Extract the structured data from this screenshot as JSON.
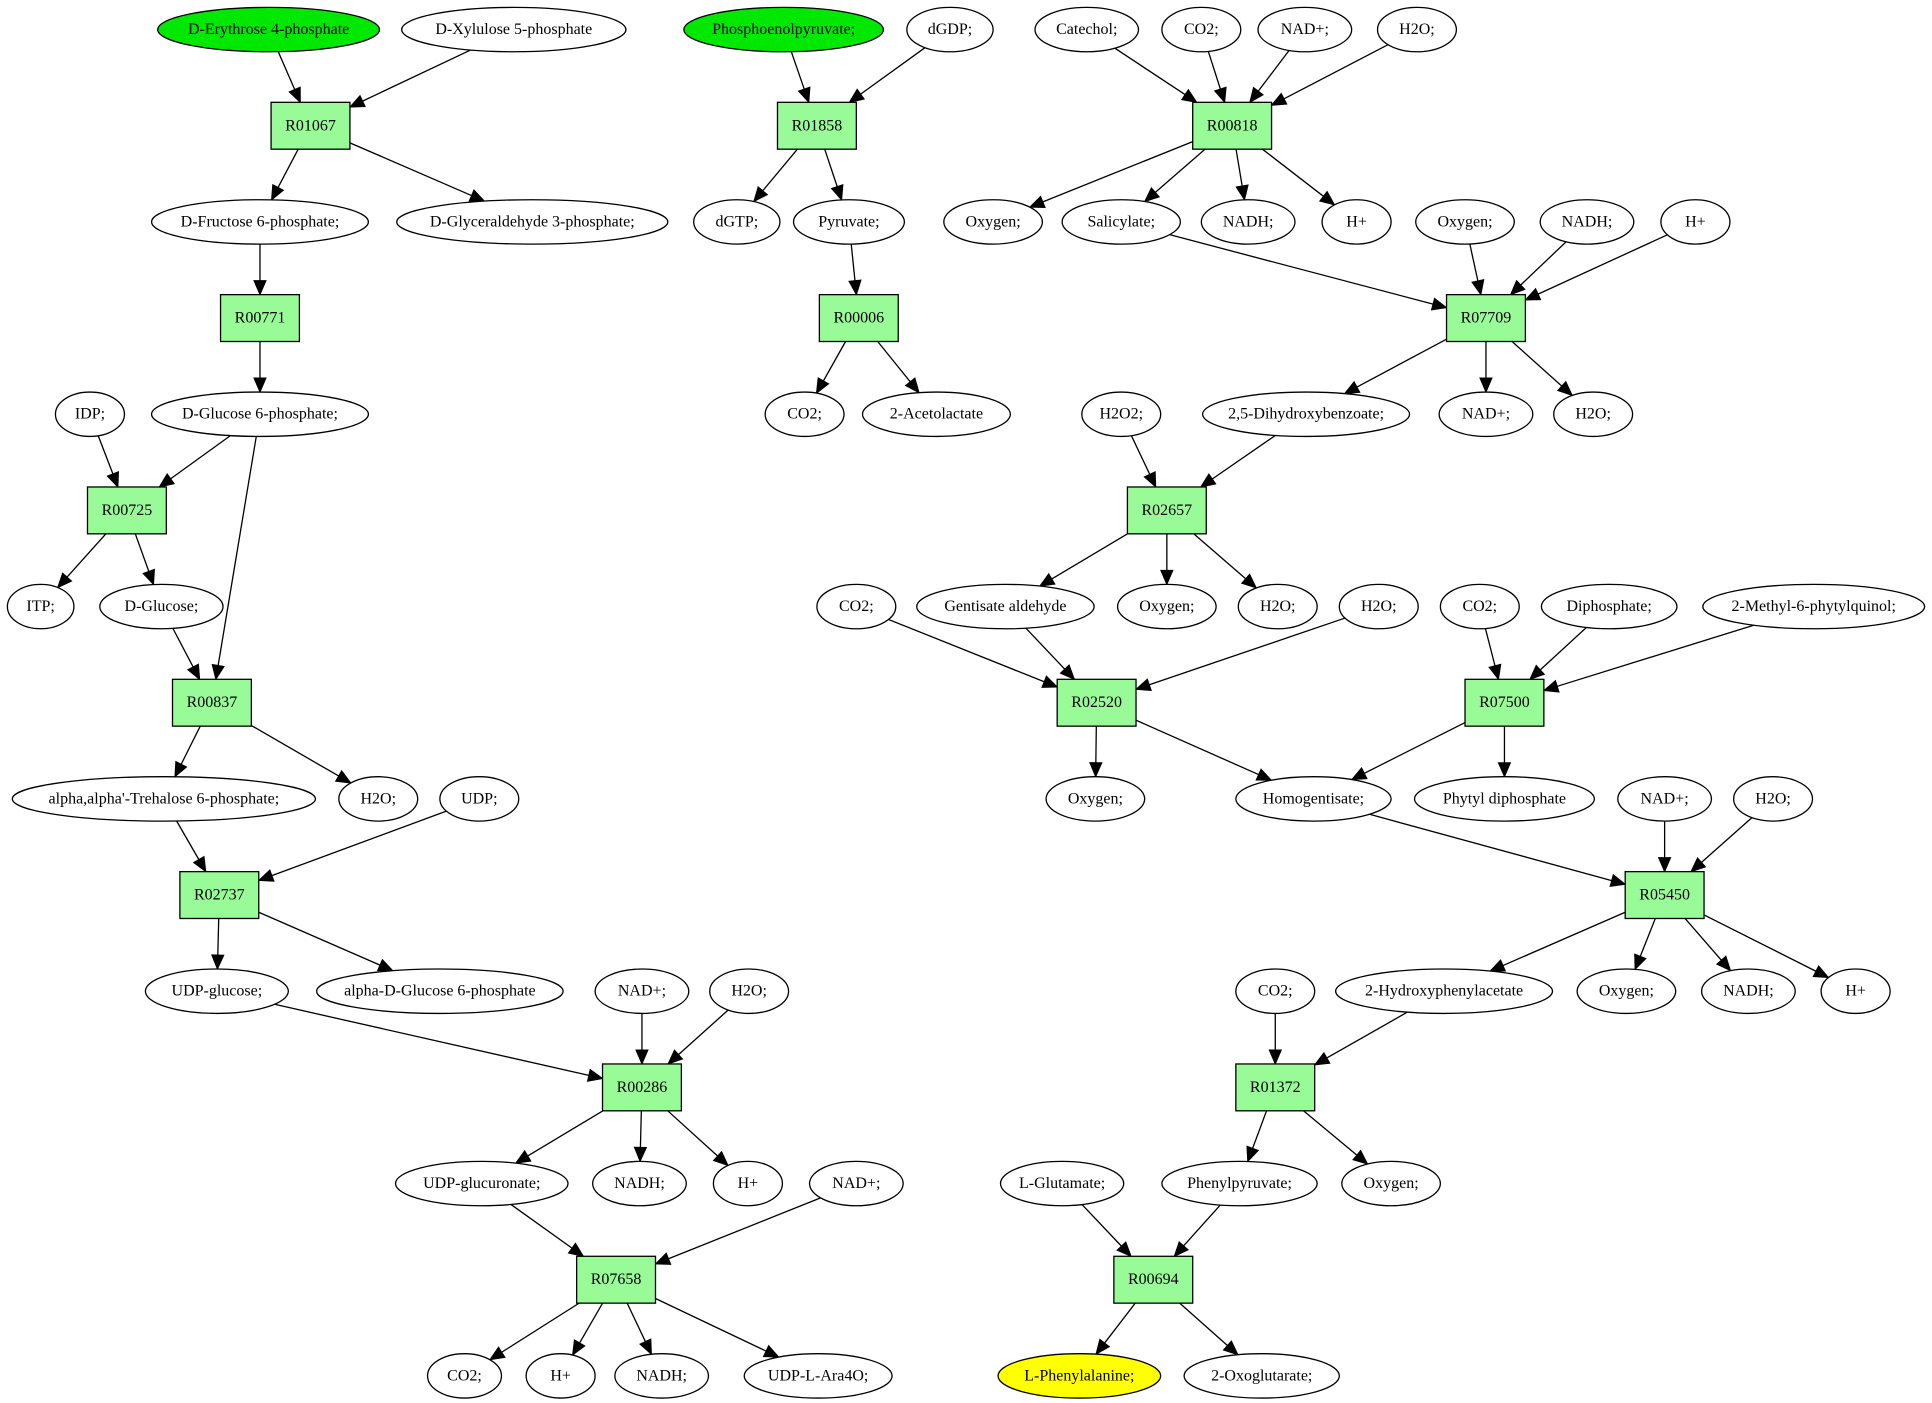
{
  "colors": {
    "reaction_fill": "#98fb98",
    "metabolite_fill": "#ffffff",
    "source_fill": "#00e800",
    "target_fill": "#ffff00",
    "stroke": "#000000"
  },
  "nodes": [
    {
      "id": "e4p",
      "kind": "metabolite",
      "label": "D-Erythrose 4-phosphate",
      "role": "source"
    },
    {
      "id": "xu5p",
      "kind": "metabolite",
      "label": "D-Xylulose 5-phosphate"
    },
    {
      "id": "R01067",
      "kind": "reaction",
      "label": "R01067"
    },
    {
      "id": "f6p",
      "kind": "metabolite",
      "label": "D-Fructose 6-phosphate;"
    },
    {
      "id": "g3p",
      "kind": "metabolite",
      "label": "D-Glyceraldehyde 3-phosphate;"
    },
    {
      "id": "R00771",
      "kind": "reaction",
      "label": "R00771"
    },
    {
      "id": "idp",
      "kind": "metabolite",
      "label": "IDP;"
    },
    {
      "id": "g6p",
      "kind": "metabolite",
      "label": "D-Glucose 6-phosphate;"
    },
    {
      "id": "R00725",
      "kind": "reaction",
      "label": "R00725"
    },
    {
      "id": "itp",
      "kind": "metabolite",
      "label": "ITP;"
    },
    {
      "id": "glc",
      "kind": "metabolite",
      "label": "D-Glucose;"
    },
    {
      "id": "R00837",
      "kind": "reaction",
      "label": "R00837"
    },
    {
      "id": "t6p",
      "kind": "metabolite",
      "label": "alpha,alpha'-Trehalose 6-phosphate;"
    },
    {
      "id": "h2o_a",
      "kind": "metabolite",
      "label": "H2O;"
    },
    {
      "id": "udp",
      "kind": "metabolite",
      "label": "UDP;"
    },
    {
      "id": "R02737",
      "kind": "reaction",
      "label": "R02737"
    },
    {
      "id": "udpglc",
      "kind": "metabolite",
      "label": "UDP-glucose;"
    },
    {
      "id": "ag6p",
      "kind": "metabolite",
      "label": "alpha-D-Glucose 6-phosphate"
    },
    {
      "id": "nad_a",
      "kind": "metabolite",
      "label": "NAD+;"
    },
    {
      "id": "h2o_b",
      "kind": "metabolite",
      "label": "H2O;"
    },
    {
      "id": "R00286",
      "kind": "reaction",
      "label": "R00286"
    },
    {
      "id": "udpgca",
      "kind": "metabolite",
      "label": "UDP-glucuronate;"
    },
    {
      "id": "nadh_a",
      "kind": "metabolite",
      "label": "NADH;"
    },
    {
      "id": "hplus_a",
      "kind": "metabolite",
      "label": "H+"
    },
    {
      "id": "nad_b",
      "kind": "metabolite",
      "label": "NAD+;"
    },
    {
      "id": "R07658",
      "kind": "reaction",
      "label": "R07658"
    },
    {
      "id": "co2_a",
      "kind": "metabolite",
      "label": "CO2;"
    },
    {
      "id": "hplus_b",
      "kind": "metabolite",
      "label": "H+"
    },
    {
      "id": "nadh_b",
      "kind": "metabolite",
      "label": "NADH;"
    },
    {
      "id": "udpara",
      "kind": "metabolite",
      "label": "UDP-L-Ara4O;"
    },
    {
      "id": "pep",
      "kind": "metabolite",
      "label": "Phosphoenolpyruvate;",
      "role": "source"
    },
    {
      "id": "dgdp",
      "kind": "metabolite",
      "label": "dGDP;"
    },
    {
      "id": "R01858",
      "kind": "reaction",
      "label": "R01858"
    },
    {
      "id": "dgtp",
      "kind": "metabolite",
      "label": "dGTP;"
    },
    {
      "id": "pyr",
      "kind": "metabolite",
      "label": "Pyruvate;"
    },
    {
      "id": "R00006",
      "kind": "reaction",
      "label": "R00006"
    },
    {
      "id": "co2_b",
      "kind": "metabolite",
      "label": "CO2;"
    },
    {
      "id": "acl",
      "kind": "metabolite",
      "label": "2-Acetolactate"
    },
    {
      "id": "catechol",
      "kind": "metabolite",
      "label": "Catechol;"
    },
    {
      "id": "co2_c",
      "kind": "metabolite",
      "label": "CO2;"
    },
    {
      "id": "nad_c",
      "kind": "metabolite",
      "label": "NAD+;"
    },
    {
      "id": "h2o_c",
      "kind": "metabolite",
      "label": "H2O;"
    },
    {
      "id": "R00818",
      "kind": "reaction",
      "label": "R00818"
    },
    {
      "id": "o2_a",
      "kind": "metabolite",
      "label": "Oxygen;"
    },
    {
      "id": "sal",
      "kind": "metabolite",
      "label": "Salicylate;"
    },
    {
      "id": "nadh_c",
      "kind": "metabolite",
      "label": "NADH;"
    },
    {
      "id": "hplus_c",
      "kind": "metabolite",
      "label": "H+"
    },
    {
      "id": "o2_b",
      "kind": "metabolite",
      "label": "Oxygen;"
    },
    {
      "id": "nadh_d",
      "kind": "metabolite",
      "label": "NADH;"
    },
    {
      "id": "hplus_d",
      "kind": "metabolite",
      "label": "H+"
    },
    {
      "id": "R07709",
      "kind": "reaction",
      "label": "R07709"
    },
    {
      "id": "h2o2",
      "kind": "metabolite",
      "label": "H2O2;"
    },
    {
      "id": "dhb",
      "kind": "metabolite",
      "label": "2,5-Dihydroxybenzoate;"
    },
    {
      "id": "nad_d",
      "kind": "metabolite",
      "label": "NAD+;"
    },
    {
      "id": "h2o_d",
      "kind": "metabolite",
      "label": "H2O;"
    },
    {
      "id": "R02657",
      "kind": "reaction",
      "label": "R02657"
    },
    {
      "id": "co2_d",
      "kind": "metabolite",
      "label": "CO2;"
    },
    {
      "id": "gald",
      "kind": "metabolite",
      "label": "Gentisate aldehyde"
    },
    {
      "id": "o2_c",
      "kind": "metabolite",
      "label": "Oxygen;"
    },
    {
      "id": "h2o_e",
      "kind": "metabolite",
      "label": "H2O;"
    },
    {
      "id": "h2o_f",
      "kind": "metabolite",
      "label": "H2O;"
    },
    {
      "id": "co2_e",
      "kind": "metabolite",
      "label": "CO2;"
    },
    {
      "id": "pp",
      "kind": "metabolite",
      "label": "Diphosphate;"
    },
    {
      "id": "mpq",
      "kind": "metabolite",
      "label": "2-Methyl-6-phytylquinol;"
    },
    {
      "id": "R02520",
      "kind": "reaction",
      "label": "R02520"
    },
    {
      "id": "R07500",
      "kind": "reaction",
      "label": "R07500"
    },
    {
      "id": "o2_d",
      "kind": "metabolite",
      "label": "Oxygen;"
    },
    {
      "id": "hga",
      "kind": "metabolite",
      "label": "Homogentisate;"
    },
    {
      "id": "phytpp",
      "kind": "metabolite",
      "label": "Phytyl diphosphate"
    },
    {
      "id": "nad_e",
      "kind": "metabolite",
      "label": "NAD+;"
    },
    {
      "id": "h2o_g",
      "kind": "metabolite",
      "label": "H2O;"
    },
    {
      "id": "R05450",
      "kind": "reaction",
      "label": "R05450"
    },
    {
      "id": "co2_f",
      "kind": "metabolite",
      "label": "CO2;"
    },
    {
      "id": "hpa",
      "kind": "metabolite",
      "label": "2-Hydroxyphenylacetate"
    },
    {
      "id": "o2_e",
      "kind": "metabolite",
      "label": "Oxygen;"
    },
    {
      "id": "nadh_e",
      "kind": "metabolite",
      "label": "NADH;"
    },
    {
      "id": "hplus_e",
      "kind": "metabolite",
      "label": "H+"
    },
    {
      "id": "R01372",
      "kind": "reaction",
      "label": "R01372"
    },
    {
      "id": "glu",
      "kind": "metabolite",
      "label": "L-Glutamate;"
    },
    {
      "id": "phpyr",
      "kind": "metabolite",
      "label": "Phenylpyruvate;"
    },
    {
      "id": "o2_f",
      "kind": "metabolite",
      "label": "Oxygen;"
    },
    {
      "id": "R00694",
      "kind": "reaction",
      "label": "R00694"
    },
    {
      "id": "phe",
      "kind": "metabolite",
      "label": "L-Phenylalanine;",
      "role": "target"
    },
    {
      "id": "akg",
      "kind": "metabolite",
      "label": "2-Oxoglutarate;"
    }
  ],
  "edges": [
    [
      "e4p",
      "R01067"
    ],
    [
      "xu5p",
      "R01067"
    ],
    [
      "R01067",
      "f6p"
    ],
    [
      "R01067",
      "g3p"
    ],
    [
      "f6p",
      "R00771"
    ],
    [
      "R00771",
      "g6p"
    ],
    [
      "idp",
      "R00725"
    ],
    [
      "g6p",
      "R00725"
    ],
    [
      "R00725",
      "itp"
    ],
    [
      "R00725",
      "glc"
    ],
    [
      "glc",
      "R00837"
    ],
    [
      "g6p",
      "R00837"
    ],
    [
      "R00837",
      "t6p"
    ],
    [
      "R00837",
      "h2o_a"
    ],
    [
      "t6p",
      "R02737"
    ],
    [
      "udp",
      "R02737"
    ],
    [
      "R02737",
      "udpglc"
    ],
    [
      "R02737",
      "ag6p"
    ],
    [
      "udpglc",
      "R00286"
    ],
    [
      "nad_a",
      "R00286"
    ],
    [
      "h2o_b",
      "R00286"
    ],
    [
      "R00286",
      "udpgca"
    ],
    [
      "R00286",
      "nadh_a"
    ],
    [
      "R00286",
      "hplus_a"
    ],
    [
      "udpgca",
      "R07658"
    ],
    [
      "nad_b",
      "R07658"
    ],
    [
      "R07658",
      "co2_a"
    ],
    [
      "R07658",
      "hplus_b"
    ],
    [
      "R07658",
      "nadh_b"
    ],
    [
      "R07658",
      "udpara"
    ],
    [
      "pep",
      "R01858"
    ],
    [
      "dgdp",
      "R01858"
    ],
    [
      "R01858",
      "dgtp"
    ],
    [
      "R01858",
      "pyr"
    ],
    [
      "pyr",
      "R00006"
    ],
    [
      "R00006",
      "co2_b"
    ],
    [
      "R00006",
      "acl"
    ],
    [
      "catechol",
      "R00818"
    ],
    [
      "co2_c",
      "R00818"
    ],
    [
      "nad_c",
      "R00818"
    ],
    [
      "h2o_c",
      "R00818"
    ],
    [
      "R00818",
      "o2_a"
    ],
    [
      "R00818",
      "sal"
    ],
    [
      "R00818",
      "nadh_c"
    ],
    [
      "R00818",
      "hplus_c"
    ],
    [
      "sal",
      "R07709"
    ],
    [
      "o2_b",
      "R07709"
    ],
    [
      "nadh_d",
      "R07709"
    ],
    [
      "hplus_d",
      "R07709"
    ],
    [
      "R07709",
      "dhb"
    ],
    [
      "R07709",
      "nad_d"
    ],
    [
      "R07709",
      "h2o_d"
    ],
    [
      "h2o2",
      "R02657"
    ],
    [
      "dhb",
      "R02657"
    ],
    [
      "R02657",
      "gald"
    ],
    [
      "R02657",
      "o2_c"
    ],
    [
      "R02657",
      "h2o_e"
    ],
    [
      "co2_d",
      "R02520"
    ],
    [
      "gald",
      "R02520"
    ],
    [
      "h2o_f",
      "R02520"
    ],
    [
      "R02520",
      "o2_d"
    ],
    [
      "R02520",
      "hga"
    ],
    [
      "co2_e",
      "R07500"
    ],
    [
      "pp",
      "R07500"
    ],
    [
      "mpq",
      "R07500"
    ],
    [
      "R07500",
      "hga"
    ],
    [
      "R07500",
      "phytpp"
    ],
    [
      "hga",
      "R05450"
    ],
    [
      "nad_e",
      "R05450"
    ],
    [
      "h2o_g",
      "R05450"
    ],
    [
      "R05450",
      "hpa"
    ],
    [
      "R05450",
      "o2_e"
    ],
    [
      "R05450",
      "nadh_e"
    ],
    [
      "R05450",
      "hplus_e"
    ],
    [
      "co2_f",
      "R01372"
    ],
    [
      "hpa",
      "R01372"
    ],
    [
      "R01372",
      "phpyr"
    ],
    [
      "R01372",
      "o2_f"
    ],
    [
      "glu",
      "R00694"
    ],
    [
      "phpyr",
      "R00694"
    ],
    [
      "R00694",
      "phe"
    ],
    [
      "R00694",
      "akg"
    ]
  ]
}
